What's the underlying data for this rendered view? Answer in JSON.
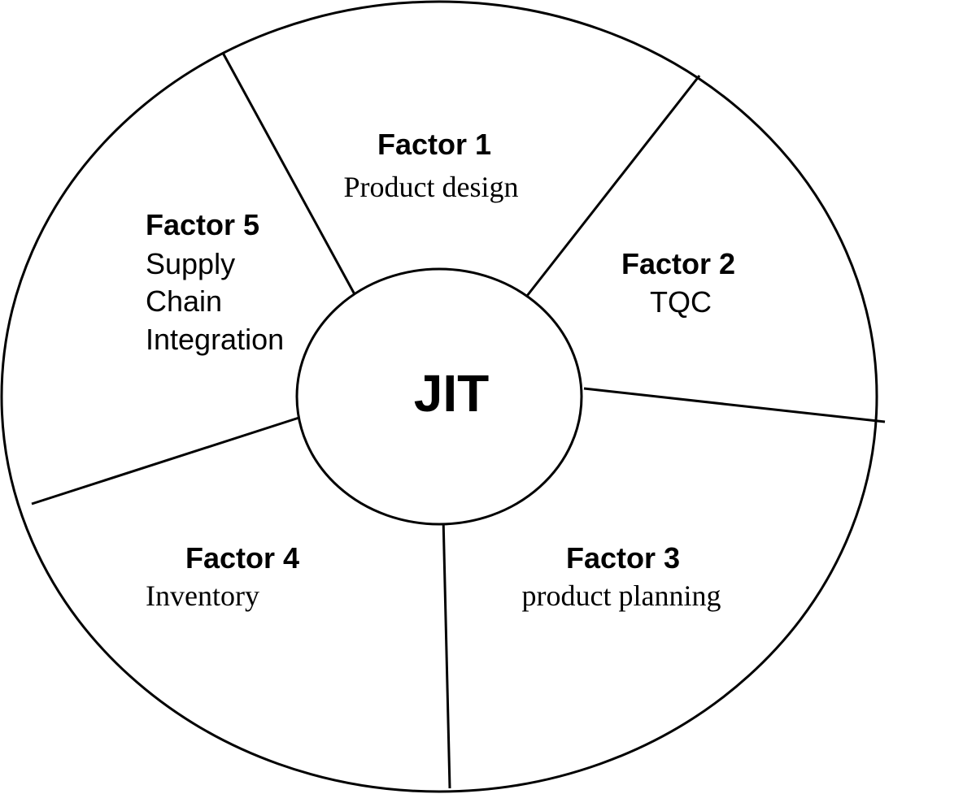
{
  "center": {
    "label": "JIT"
  },
  "factors": [
    {
      "title": "Factor 1",
      "lines": [
        "Product design"
      ]
    },
    {
      "title": "Factor 2",
      "lines": [
        "TQC"
      ]
    },
    {
      "title": "Factor 3",
      "lines": [
        "product planning"
      ]
    },
    {
      "title": "Factor 4",
      "lines": [
        "Inventory"
      ]
    },
    {
      "title": "Factor 5",
      "lines": [
        "Supply",
        "Chain",
        "Integration"
      ]
    }
  ]
}
